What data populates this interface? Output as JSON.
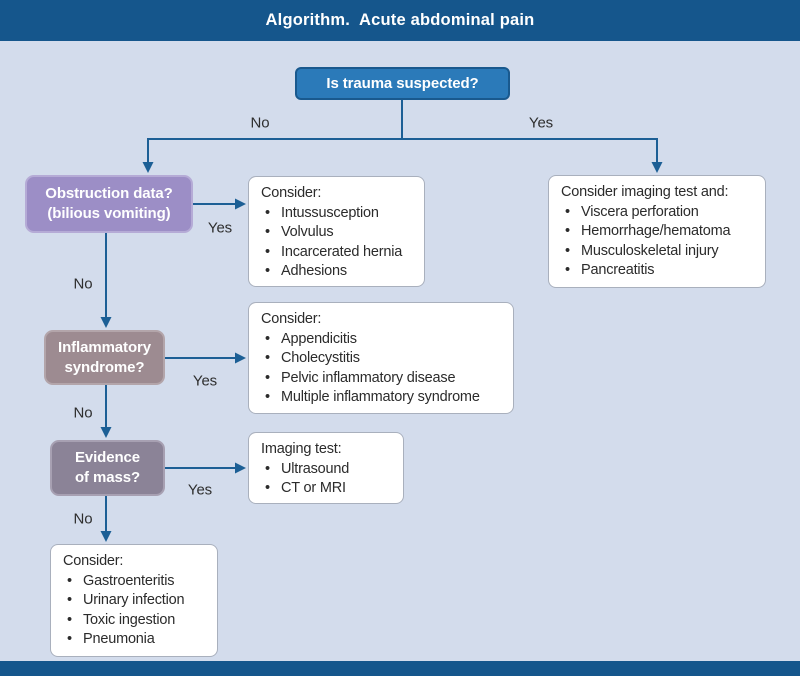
{
  "header": {
    "title": "Algorithm.  Acute abdominal pain"
  },
  "decision_labels": {
    "no": "No",
    "yes": "Yes"
  },
  "nodes": {
    "trauma": {
      "label": "Is trauma suspected?"
    },
    "obstruction": {
      "line1": "Obstruction data?",
      "line2": "(bilious vomiting)"
    },
    "inflammatory": {
      "line1": "Inflammatory",
      "line2": "syndrome?"
    },
    "mass": {
      "line1": "Evidence",
      "line2": "of mass?"
    }
  },
  "result_boxes": {
    "trauma_yes": {
      "title": "Consider imaging test and:",
      "items": [
        "Viscera perforation",
        "Hemorrhage/hematoma",
        "Musculoskeletal injury",
        "Pancreatitis"
      ]
    },
    "obstruction_yes": {
      "title": "Consider:",
      "items": [
        "Intussusception",
        "Volvulus",
        "Incarcerated hernia",
        "Adhesions"
      ]
    },
    "inflammatory_yes": {
      "title": "Consider:",
      "items": [
        "Appendicitis",
        "Cholecystitis",
        "Pelvic inflammatory disease",
        "Multiple inflammatory syndrome"
      ]
    },
    "mass_yes": {
      "title": "Imaging test:",
      "items": [
        "Ultrasound",
        "CT or MRI"
      ]
    },
    "final": {
      "title": "Consider:",
      "items": [
        "Gastroenteritis",
        "Urinary infection",
        "Toxic ingestion",
        "Pneumonia"
      ]
    }
  },
  "colors": {
    "header_bar": "#15568c",
    "background": "#d3dcec",
    "trauma_node": "#2b7ab9",
    "obstruction_node": "#9c8ec6",
    "inflammatory_node": "#9d8b91",
    "mass_node": "#8b8397",
    "connector": "#1c5f95",
    "result_box_border": "#a9b0bd",
    "text_dark": "#2b2b2b"
  }
}
